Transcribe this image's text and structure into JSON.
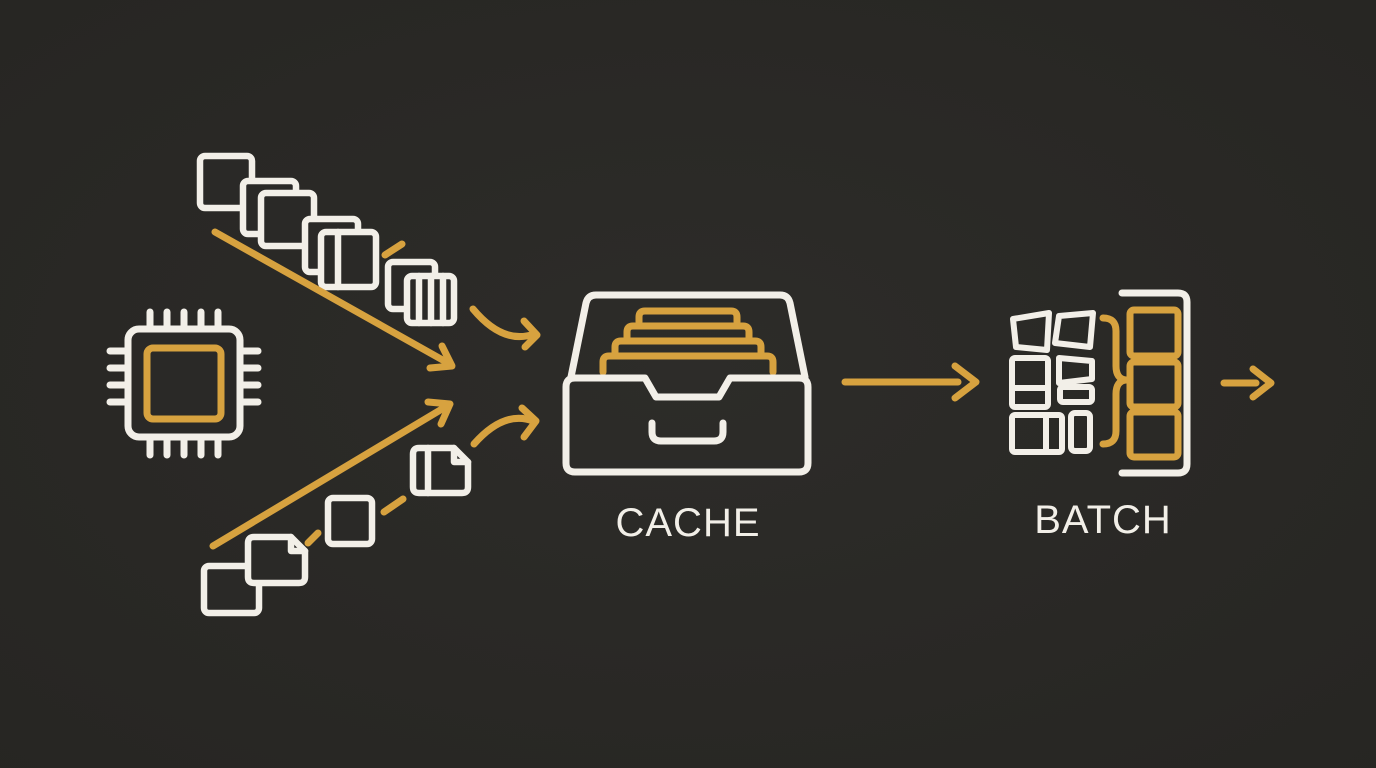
{
  "colors": {
    "background": "#2a2927",
    "stroke_white": "#f2efe8",
    "accent_gold": "#d7a23f"
  },
  "diagram": {
    "nodes": [
      {
        "id": "processor",
        "icon": "cpu-chip-icon"
      },
      {
        "id": "cache",
        "icon": "archive-drawer-icon",
        "label": "CACHE"
      },
      {
        "id": "batch",
        "icon": "fragments-brace-batch-icon",
        "label": "BATCH"
      }
    ],
    "streams": [
      {
        "id": "top-stream",
        "icon": "document-stack-cascade-icons"
      },
      {
        "id": "bottom-stream",
        "icon": "document-cascade-icons"
      }
    ],
    "arrows": [
      {
        "id": "top-diagonal-arrow"
      },
      {
        "id": "top-curved-arrow"
      },
      {
        "id": "bottom-diagonal-arrow"
      },
      {
        "id": "bottom-curved-arrow"
      },
      {
        "id": "cache-to-batch-arrow"
      },
      {
        "id": "batch-output-arrow"
      }
    ]
  }
}
